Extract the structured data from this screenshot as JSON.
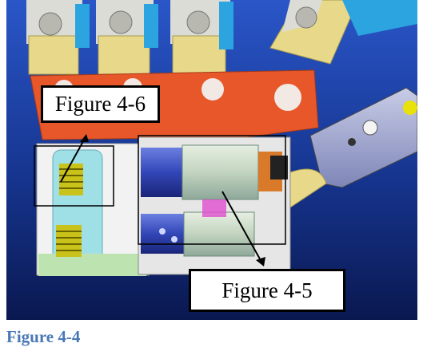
{
  "figure": {
    "callouts": {
      "figure_4_6": "Figure 4-6",
      "figure_4_5": "Figure 4-5"
    },
    "caption": "Figure 4-4"
  },
  "colors": {
    "background_top": "#1b3fa8",
    "background_bottom": "#0b1a55",
    "palm_orange": "#e8572a",
    "finger_yellow": "#e8d98a",
    "caption_blue": "#4a78b5"
  }
}
